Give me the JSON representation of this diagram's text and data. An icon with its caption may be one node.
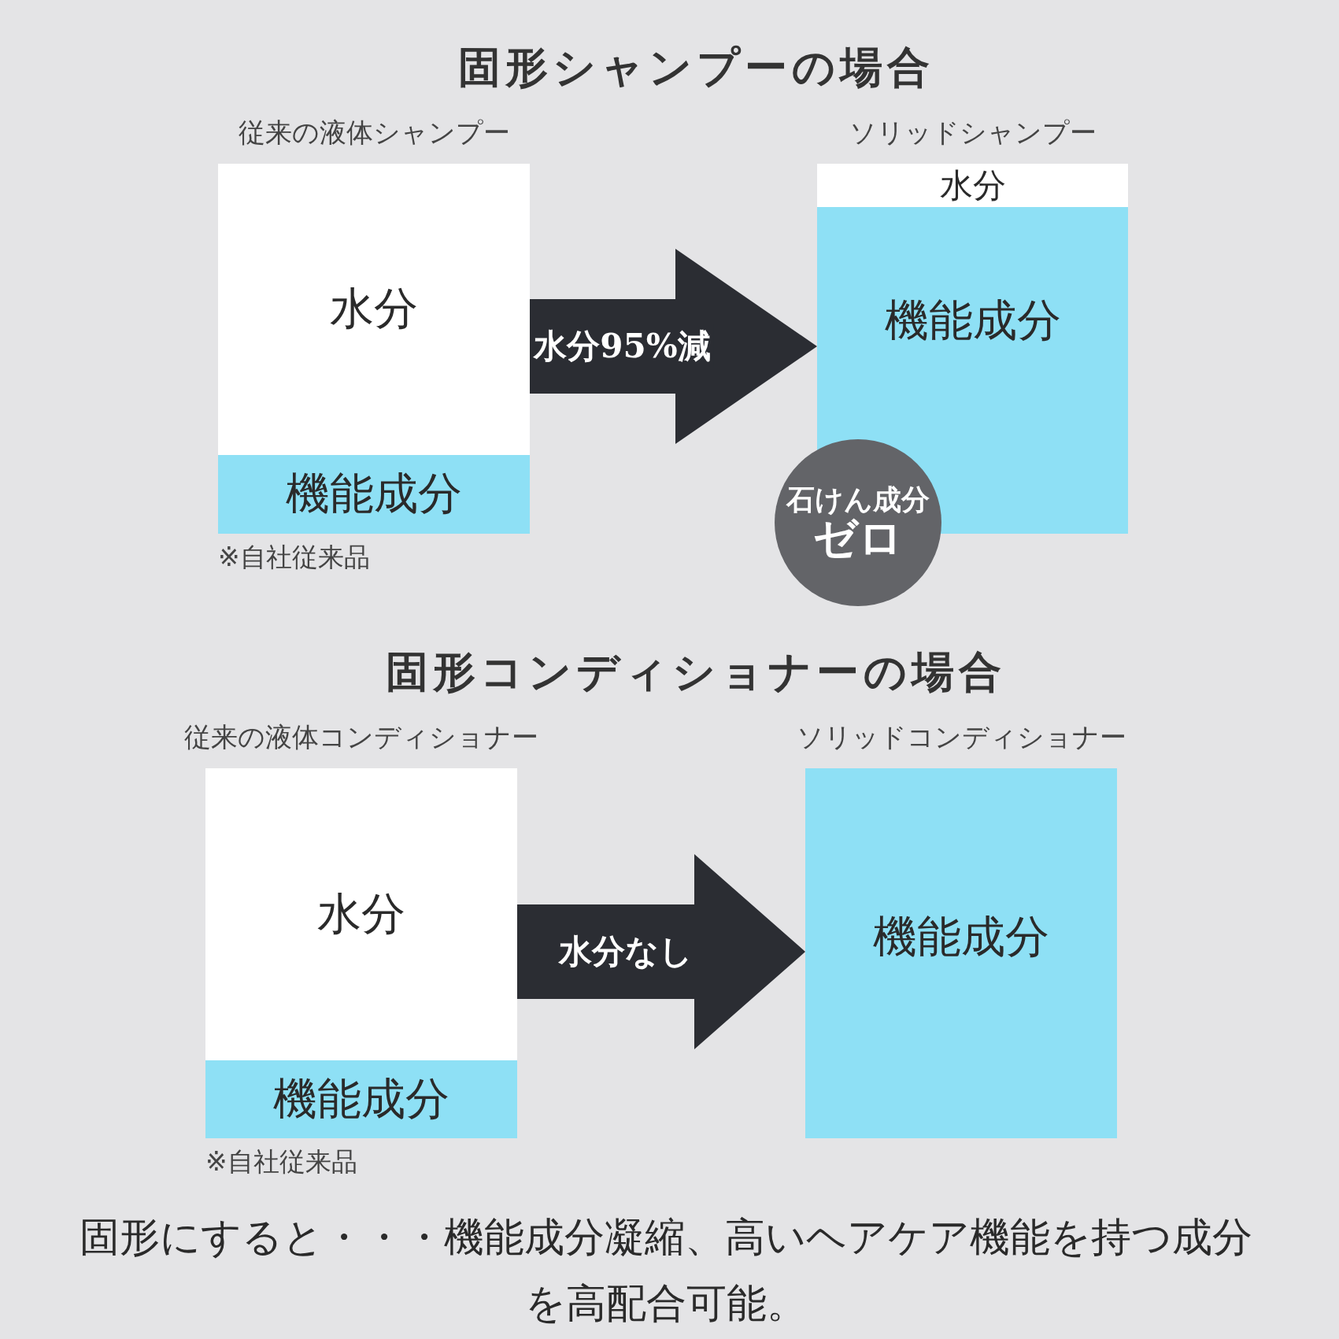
{
  "diagram": {
    "nodes": [
      {
        "text": [
          "従来の液体シャンプー"
        ],
        "beside": [
          "※自社従来品"
        ]
      },
      {
        "text": [
          "水分"
        ],
        "in": 0
      },
      {
        "text": [
          "機能成分"
        ],
        "in": 0
      },
      {
        "text": [
          "ソリッドシャンプー"
        ]
      },
      {
        "text": [
          "水分"
        ],
        "in": 3
      },
      {
        "text": [
          "機能成分"
        ],
        "in": 3
      },
      {
        "text": [
          "石けん成分",
          "ゼロ"
        ]
      },
      {
        "text": [
          "従来の液体コンディショナー"
        ],
        "beside": [
          "※自社従来品"
        ]
      },
      {
        "text": [
          "水分"
        ],
        "in": 7
      },
      {
        "text": [
          "機能成分"
        ],
        "in": 7
      },
      {
        "text": [
          "ソリッドコンディショナー"
        ]
      },
      {
        "text": [
          "機能成分"
        ],
        "in": 10
      }
    ],
    "edges": [
      {
        "from": 0,
        "to": 3,
        "arrow": "to",
        "label": "水分95%減"
      },
      {
        "from": 7,
        "to": 10,
        "arrow": "to",
        "label": "水分なし"
      }
    ],
    "labels": [
      "固形シャンプーの場合",
      "固形コンディショナーの場合",
      "固形にすると・・・機能成分凝縮、高いヘアケア機能を持つ成分を高配合可能。"
    ]
  }
}
